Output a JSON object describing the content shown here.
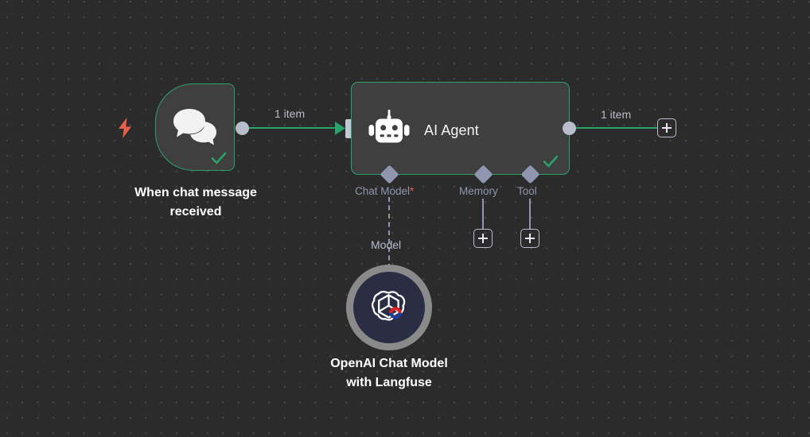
{
  "canvas": {
    "background_color": "#2b2b2b",
    "grid_dot_color": "#4a4a4a",
    "accent_green": "#29a36a",
    "port_lavender": "#9095b0",
    "label_color": "#b9bccb",
    "required_red": "#e8604c"
  },
  "nodes": {
    "trigger": {
      "caption": "When chat message\nreceived",
      "icon": "chat-bubbles-icon",
      "badge_icon": "lightning-bolt-icon",
      "status_icon": "check-icon",
      "border_color": "#29a36a"
    },
    "agent": {
      "title": "AI Agent",
      "icon": "robot-icon",
      "status_icon": "check-icon",
      "border_color": "#29a36a"
    },
    "openai": {
      "caption": "OpenAI Chat Model\nwith Langfuse",
      "icon": "openai-logo-icon",
      "overlay_icon": "langfuse-magnet-icon",
      "ring_color": "#8a8a8a",
      "fill_color": "#2b2d45"
    }
  },
  "connections": {
    "trigger_to_agent_label": "1 item",
    "agent_to_next_label": "1 item",
    "model_label": "Model"
  },
  "sub_ports": {
    "chat_model": {
      "label": "Chat Model",
      "required_marker": "*"
    },
    "memory": {
      "label": "Memory"
    },
    "tool": {
      "label": "Tool"
    }
  },
  "buttons": {
    "add_main": "+",
    "add_memory": "+",
    "add_tool": "+"
  }
}
